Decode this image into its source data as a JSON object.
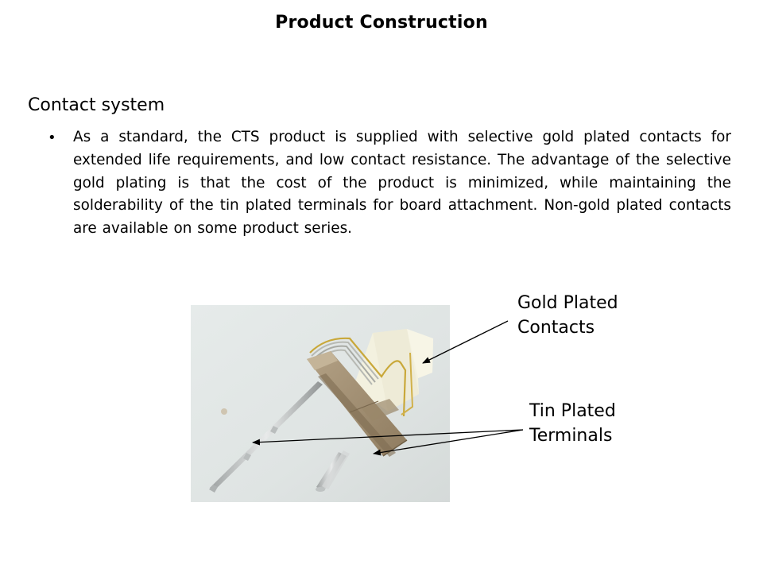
{
  "slide": {
    "title": "Product Construction",
    "section_heading": "Contact system",
    "bullets": [
      {
        "marker": "•",
        "text": "As a standard, the CTS product is supplied with selective gold plated contacts for extended life requirements, and low contact resistance. The advantage of the selective gold plating is that the cost of the product is minimized, while maintaining the solderability of the tin plated terminals for board attachment. Non-gold plated contacts are available on some product series."
      }
    ],
    "figure": {
      "description": "photo of CTS switch component",
      "callouts": [
        {
          "line1": "Gold Plated",
          "line2": "Contacts"
        },
        {
          "line1": "Tin Plated",
          "line2": "Terminals"
        }
      ]
    }
  },
  "colors": {
    "background": "#ffffff",
    "text": "#000000",
    "photo_bg": "#dde3e1",
    "housing": "#a69377",
    "insulator": "#f2f0dc",
    "gold": "#c9a83a",
    "tin": "#c8ccca"
  }
}
